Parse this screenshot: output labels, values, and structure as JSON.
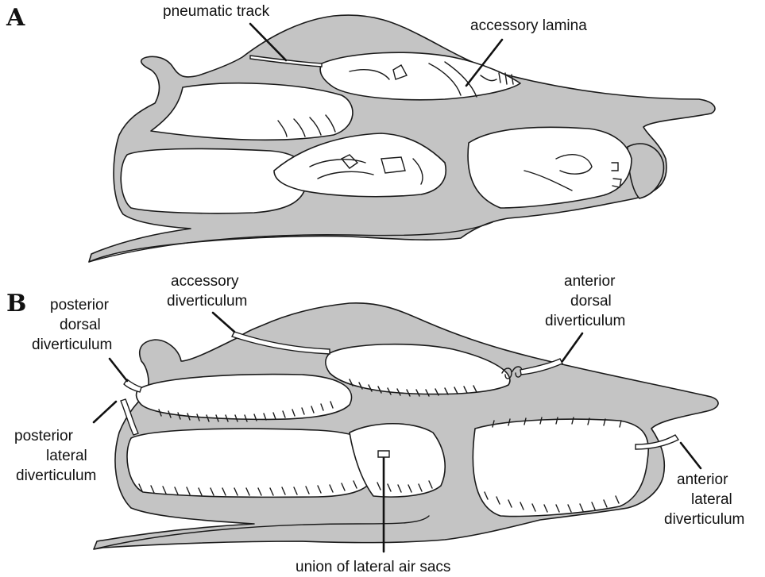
{
  "panels": {
    "a": {
      "letter": "A",
      "labels": {
        "pneumatic_track": "pneumatic track",
        "accessory_lamina": "accessory lamina"
      }
    },
    "b": {
      "letter": "B",
      "labels": {
        "accessory_diverticulum": [
          "accessory",
          "diverticulum"
        ],
        "anterior_dorsal_diverticulum": [
          "anterior",
          "dorsal",
          "diverticulum"
        ],
        "posterior_dorsal_diverticulum": [
          "posterior",
          "dorsal",
          "diverticulum"
        ],
        "posterior_lateral_diverticulum": [
          "posterior",
          "lateral",
          "diverticulum"
        ],
        "anterior_lateral_diverticulum": [
          "anterior",
          "lateral",
          "diverticulum"
        ],
        "union_of_lateral_air_sacs": "union of lateral air sacs"
      }
    }
  },
  "colors": {
    "bone_fill": "#c4c4c4",
    "outline": "#1a1a1a",
    "air_sac_fill": "#ffffff"
  }
}
